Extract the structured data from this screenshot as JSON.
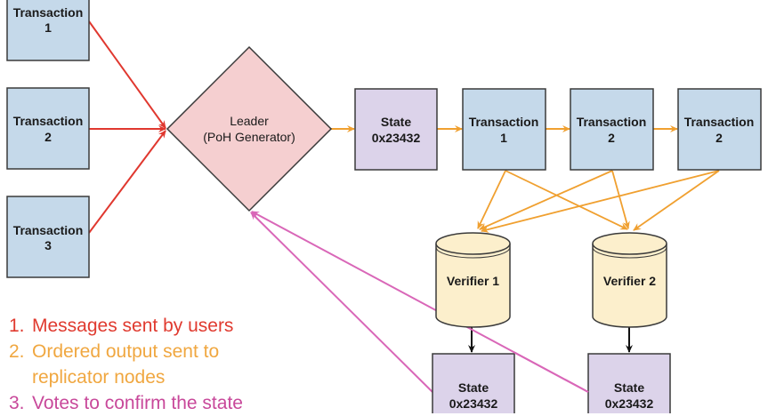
{
  "colors": {
    "tx_fill": "#c5d9ea",
    "state_fill": "#dcd3ea",
    "leader_fill": "#f5cfd0",
    "verifier_fill": "#fcefcc",
    "stroke": "#3a3a3a",
    "red": "#e0382f",
    "orange": "#f0a030",
    "pink": "#d967b8",
    "legend_red": "#e03a2f",
    "legend_orange": "#f0a740",
    "legend_pink": "#c8489a"
  },
  "inputs": [
    {
      "line1": "Transaction",
      "line2": "1"
    },
    {
      "line1": "Transaction",
      "line2": "2"
    },
    {
      "line1": "Transaction",
      "line2": "3"
    }
  ],
  "leader": {
    "line1": "Leader",
    "line2": "(PoH Generator)"
  },
  "chain": [
    {
      "line1": "State",
      "line2": "0x23432",
      "kind": "state"
    },
    {
      "line1": "Transaction",
      "line2": "1",
      "kind": "tx"
    },
    {
      "line1": "Transaction",
      "line2": "2",
      "kind": "tx"
    },
    {
      "line1": "Transaction",
      "line2": "2",
      "kind": "tx"
    }
  ],
  "verifiers": [
    {
      "label": "Verifier 1"
    },
    {
      "label": "Verifier 2"
    }
  ],
  "verifier_states": [
    {
      "line1": "State",
      "line2": "0x23432"
    },
    {
      "line1": "State",
      "line2": "0x23432"
    }
  ],
  "legend": [
    {
      "num": "1.",
      "lines": [
        "Messages sent by users"
      ],
      "color": "red"
    },
    {
      "num": "2.",
      "lines": [
        "Ordered output sent to",
        "replicator nodes"
      ],
      "color": "orange"
    },
    {
      "num": "3.",
      "lines": [
        "Votes to confirm the state"
      ],
      "color": "pink"
    }
  ]
}
